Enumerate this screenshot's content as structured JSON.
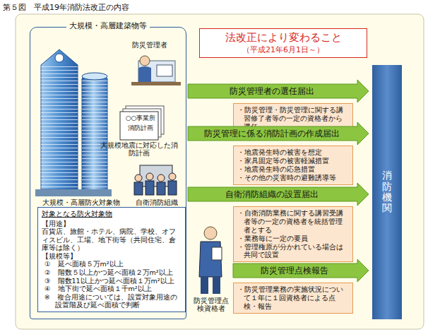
{
  "diagram": {
    "title": "第５図　平成19年消防法改正の内容",
    "nodes": [
      {
        "text": [
          "大規模・高層建築物等"
        ]
      },
      {
        "text": [
          "対象となる防火対象物",
          "【用途】",
          "百貨店、旅館・ホテル、病院、学校、オフィスビル、工場、地下街等（共同住宅、倉庫等は除く）",
          "【規模等】",
          "①　延べ面積５万m²以上",
          "②　階数５以上かつ延べ面積２万m²以上",
          "③　階数11以上かつ延べ面積１万m²以上",
          "④　地下街で延べ面積１千m²以上",
          "※　複合用途については、設置対象用途の設置階及び延べ面積で判断"
        ],
        "in": 0
      },
      {
        "text": [
          "法改正により変わること",
          "（平成21年6月1日～）"
        ]
      },
      {
        "text": [
          "防災管理者の選任届出"
        ]
      },
      {
        "text": [
          "・防災管理・防災管理に関する講習修了者等の一定の資格者から選任"
        ]
      },
      {
        "text": [
          "防災管理に係る消防計画の作成届出"
        ]
      },
      {
        "text": [
          "・地震発生時の被害を想定",
          "・家具固定等の被害軽減措置",
          "・地震発生時の応急措置",
          "・その他の災害時の避難誘導等"
        ]
      },
      {
        "text": [
          "自衛消防組織の設置届出"
        ]
      },
      {
        "text": [
          "・自衛消防業務に関する講習受講者等の一定の資格者を統括管理者とする",
          "・業務毎に一定の要員",
          "・管理権原が分かれている場合は共同で設置"
        ]
      },
      {
        "text": [
          "防災管理点検報告"
        ]
      },
      {
        "text": [
          "・防災管理業務の実施状況について１年に１回資格者による点検・報告"
        ]
      },
      {
        "text": [
          "消防機関"
        ]
      }
    ],
    "labels": [
      "防災管理者",
      "○○事業所",
      "消防計画",
      "大規模地震に対応した消防計画",
      "大規模・高層防火対象物",
      "自衛消防組織",
      "防災管理点検資格者"
    ]
  }
}
